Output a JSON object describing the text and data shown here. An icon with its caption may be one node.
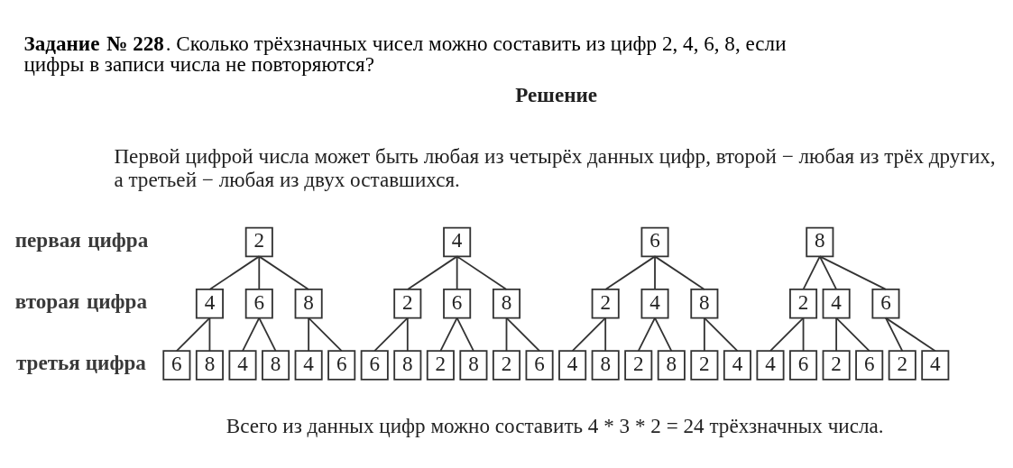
{
  "diagram": {
    "title": "**Задание № 228**. Сколько трёхзначных чисел можно составить из цифр 2, 4, 6, 8, если цифры в записи числа не повторяются?",
    "nodes": [
      {
        "text": [
          "2"
        ]
      },
      {
        "text": [
          "4"
        ]
      },
      {
        "text": [
          "6"
        ]
      },
      {
        "text": [
          "8"
        ]
      },
      {
        "text": [
          "4"
        ]
      },
      {
        "text": [
          "6"
        ]
      },
      {
        "text": [
          "8"
        ]
      },
      {
        "text": [
          "2"
        ]
      },
      {
        "text": [
          "6"
        ]
      },
      {
        "text": [
          "8"
        ]
      },
      {
        "text": [
          "2"
        ]
      },
      {
        "text": [
          "4"
        ]
      },
      {
        "text": [
          "8"
        ]
      },
      {
        "text": [
          "2"
        ]
      },
      {
        "text": [
          "4"
        ]
      },
      {
        "text": [
          "6"
        ]
      },
      {
        "text": [
          "6"
        ]
      },
      {
        "text": [
          "8"
        ]
      },
      {
        "text": [
          "4"
        ]
      },
      {
        "text": [
          "8"
        ]
      },
      {
        "text": [
          "4"
        ]
      },
      {
        "text": [
          "6"
        ]
      },
      {
        "text": [
          "6"
        ]
      },
      {
        "text": [
          "8"
        ]
      },
      {
        "text": [
          "2"
        ]
      },
      {
        "text": [
          "8"
        ]
      },
      {
        "text": [
          "2"
        ]
      },
      {
        "text": [
          "6"
        ]
      },
      {
        "text": [
          "4"
        ]
      },
      {
        "text": [
          "8"
        ]
      },
      {
        "text": [
          "2"
        ]
      },
      {
        "text": [
          "8"
        ]
      },
      {
        "text": [
          "2"
        ]
      },
      {
        "text": [
          "4"
        ]
      },
      {
        "text": [
          "4"
        ]
      },
      {
        "text": [
          "6"
        ]
      },
      {
        "text": [
          "2"
        ]
      },
      {
        "text": [
          "6"
        ]
      },
      {
        "text": [
          "2"
        ]
      },
      {
        "text": [
          "4"
        ]
      }
    ],
    "edges": [
      {
        "from": 0,
        "to": 4,
        "arrow": "none"
      },
      {
        "from": 0,
        "to": 5,
        "arrow": "none"
      },
      {
        "from": 0,
        "to": 6,
        "arrow": "none"
      },
      {
        "from": 1,
        "to": 7,
        "arrow": "none"
      },
      {
        "from": 1,
        "to": 8,
        "arrow": "none"
      },
      {
        "from": 1,
        "to": 9,
        "arrow": "none"
      },
      {
        "from": 2,
        "to": 10,
        "arrow": "none"
      },
      {
        "from": 2,
        "to": 11,
        "arrow": "none"
      },
      {
        "from": 2,
        "to": 12,
        "arrow": "none"
      },
      {
        "from": 3,
        "to": 13,
        "arrow": "none"
      },
      {
        "from": 3,
        "to": 14,
        "arrow": "none"
      },
      {
        "from": 3,
        "to": 15,
        "arrow": "none"
      },
      {
        "from": 4,
        "to": 16,
        "arrow": "none"
      },
      {
        "from": 4,
        "to": 17,
        "arrow": "none"
      },
      {
        "from": 5,
        "to": 18,
        "arrow": "none"
      },
      {
        "from": 5,
        "to": 19,
        "arrow": "none"
      },
      {
        "from": 6,
        "to": 20,
        "arrow": "none"
      },
      {
        "from": 6,
        "to": 21,
        "arrow": "none"
      },
      {
        "from": 7,
        "to": 22,
        "arrow": "none"
      },
      {
        "from": 7,
        "to": 23,
        "arrow": "none"
      },
      {
        "from": 8,
        "to": 24,
        "arrow": "none"
      },
      {
        "from": 8,
        "to": 25,
        "arrow": "none"
      },
      {
        "from": 9,
        "to": 26,
        "arrow": "none"
      },
      {
        "from": 9,
        "to": 27,
        "arrow": "none"
      },
      {
        "from": 10,
        "to": 28,
        "arrow": "none"
      },
      {
        "from": 10,
        "to": 29,
        "arrow": "none"
      },
      {
        "from": 11,
        "to": 30,
        "arrow": "none"
      },
      {
        "from": 11,
        "to": 31,
        "arrow": "none"
      },
      {
        "from": 12,
        "to": 32,
        "arrow": "none"
      },
      {
        "from": 12,
        "to": 33,
        "arrow": "none"
      },
      {
        "from": 13,
        "to": 34,
        "arrow": "none"
      },
      {
        "from": 13,
        "to": 35,
        "arrow": "none"
      },
      {
        "from": 14,
        "to": 36,
        "arrow": "none"
      },
      {
        "from": 14,
        "to": 37,
        "arrow": "none"
      },
      {
        "from": 15,
        "to": 38,
        "arrow": "none"
      },
      {
        "from": 15,
        "to": 39,
        "arrow": "none"
      }
    ],
    "labels": [
      "Решение",
      "Первой цифрой числа может быть любая из четырёх данных цифр, второй − любая из трёх других, а третьей − любая из двух оставшихся.",
      "первая цифра",
      "вторая цифра",
      "третья цифра",
      "Всего из данных цифр можно составить 4 * 3 * 2 = 24 трёхзначных числа."
    ]
  }
}
